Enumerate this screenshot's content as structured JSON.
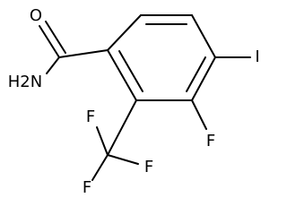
{
  "molecule": {
    "atoms": {
      "o": "O",
      "nh2": "H2N",
      "i": "I",
      "f_ring": "F",
      "f_cf3_top": "F",
      "f_cf3_right": "F",
      "f_cf3_bottom": "F"
    }
  }
}
